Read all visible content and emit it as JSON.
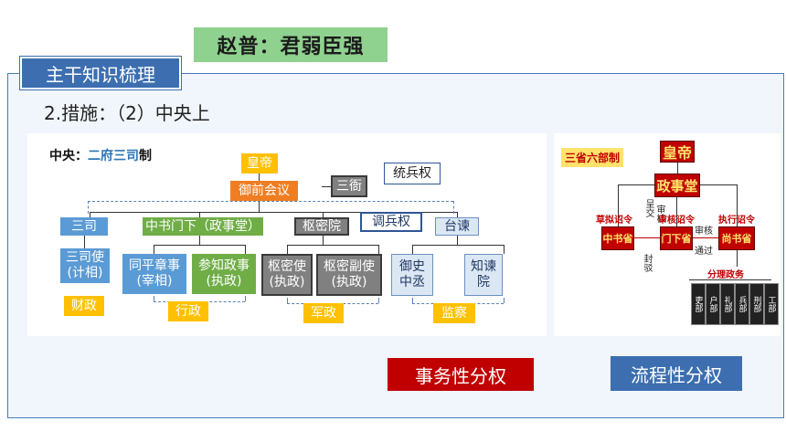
{
  "header": {
    "title": "赵普：君弱臣强"
  },
  "tab": {
    "label": "主干知识梳理"
  },
  "subtitle": "2.措施：（2）中央上",
  "diagram_left": {
    "heading_prefix": "中央：",
    "heading_highlight": "二府三司",
    "heading_suffix": "制",
    "emperor": "皇帝",
    "council": "御前会议",
    "sanya": "三衙",
    "tongbing": "统兵权",
    "diaobing": "调兵权",
    "sansi": "三司",
    "zhongshu": "中书门下（政事堂）",
    "shumi": "枢密院",
    "taijian": "台谏",
    "sansishi": "三司使\n(计相)",
    "tongping": "同平章事\n(宰相)",
    "canzhi": "参知政事\n(执政)",
    "shumishi": "枢密使\n(执政)",
    "shumifushi": "枢密副使\n(执政)",
    "yushi": "御史\n中丞",
    "zhijian": "知谏\n院",
    "caizheng": "财政",
    "xingzheng": "行政",
    "junzheng": "军政",
    "jiancha": "监察"
  },
  "diagram_right": {
    "heading": "三省六部制",
    "emperor": "皇帝",
    "zhengshitang": "政事堂",
    "zhongshu": "中书省",
    "menxia": "门下省",
    "shangshu": "尚书省",
    "lbl_caoni": "草拟诏令",
    "lbl_chengjiao": "呈交",
    "lbl_shenhe1": "审核",
    "lbl_fengbo": "封驳",
    "lbl_shenhe_zhaoling": "审核诏令",
    "lbl_shenhe2": "审核",
    "lbl_tongguo": "通过",
    "lbl_zhixing": "执行诏令",
    "lbl_fenli": "分理政务",
    "ministries": [
      "吏部",
      "户部",
      "礼部",
      "兵部",
      "刑部",
      "工部"
    ]
  },
  "badges": {
    "shiwu": "事务性分权",
    "liucheng": "流程性分权"
  }
}
